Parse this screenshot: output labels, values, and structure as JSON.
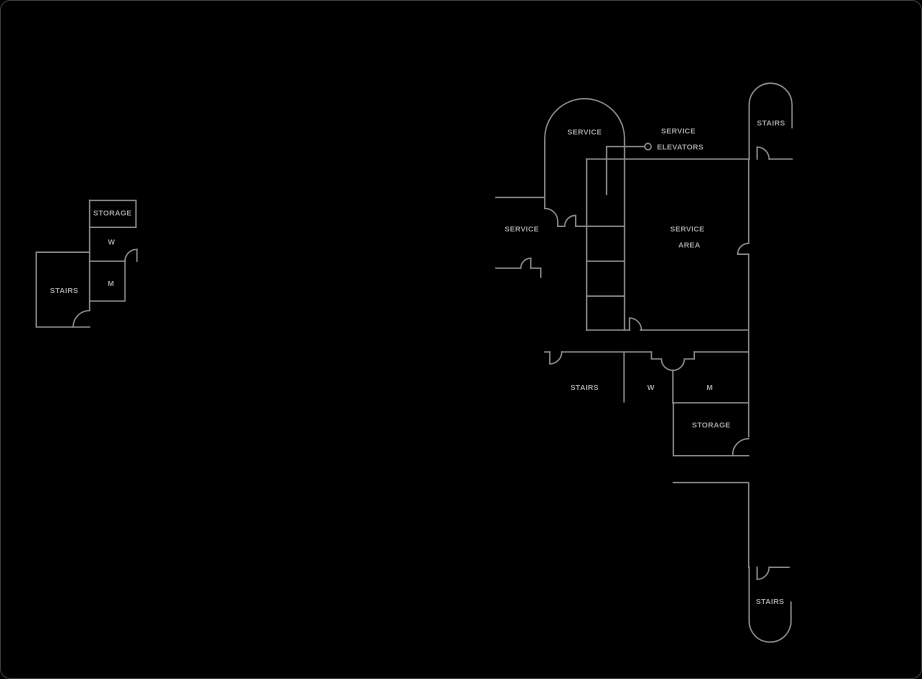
{
  "colors": {
    "background": "#000000",
    "line": "#8b8b8b",
    "text": "#a2a2a2"
  },
  "labels": {
    "left": {
      "storage": "STORAGE",
      "w": "W",
      "m": "M",
      "stairs": "STAIRS"
    },
    "right": {
      "service_ramp": "SERVICE",
      "elevators_line1": "SERVICE",
      "elevators_line2": "ELEVATORS",
      "stairs_top": "STAIRS",
      "service_corridor": "SERVICE",
      "service_area_line1": "SERVICE",
      "service_area_line2": "AREA",
      "stairs_mid": "STAIRS",
      "w": "W",
      "m": "M",
      "storage": "STORAGE",
      "stairs_bottom": "STAIRS"
    }
  }
}
